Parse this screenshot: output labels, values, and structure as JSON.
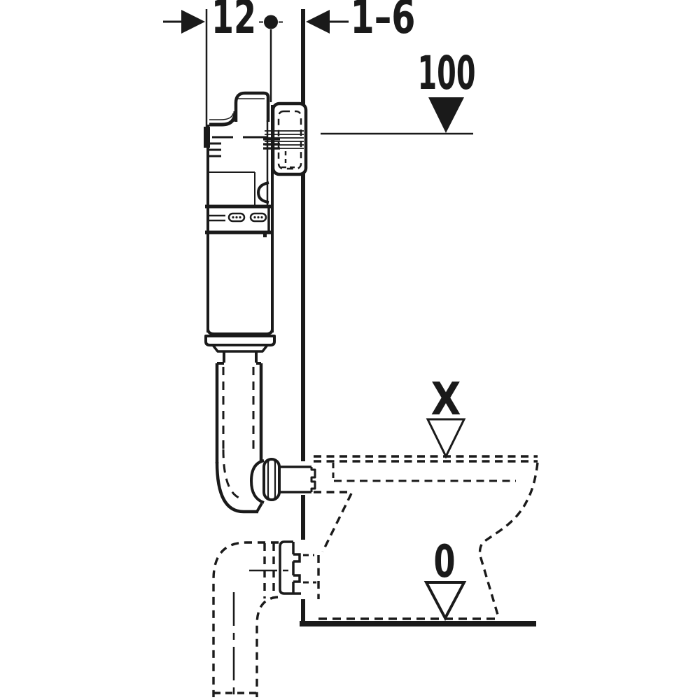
{
  "diagram": {
    "type": "technical-installation-drawing",
    "subject": "concealed cistern with flush pipe, wall, toilet pan (dashed) and drain elbow (dashed)",
    "colors": {
      "line": "#1a1a1a",
      "background": "#ffffff"
    },
    "labels": {
      "cistern_depth": "12",
      "wall_finish_range": "1–6",
      "top_level": "100",
      "pan_rim_level": "X",
      "floor_level": "0"
    },
    "markers": {
      "top_level": "filled-triangle-down",
      "pan_rim_level": "open-triangle-down",
      "floor_level": "open-triangle-down"
    }
  }
}
